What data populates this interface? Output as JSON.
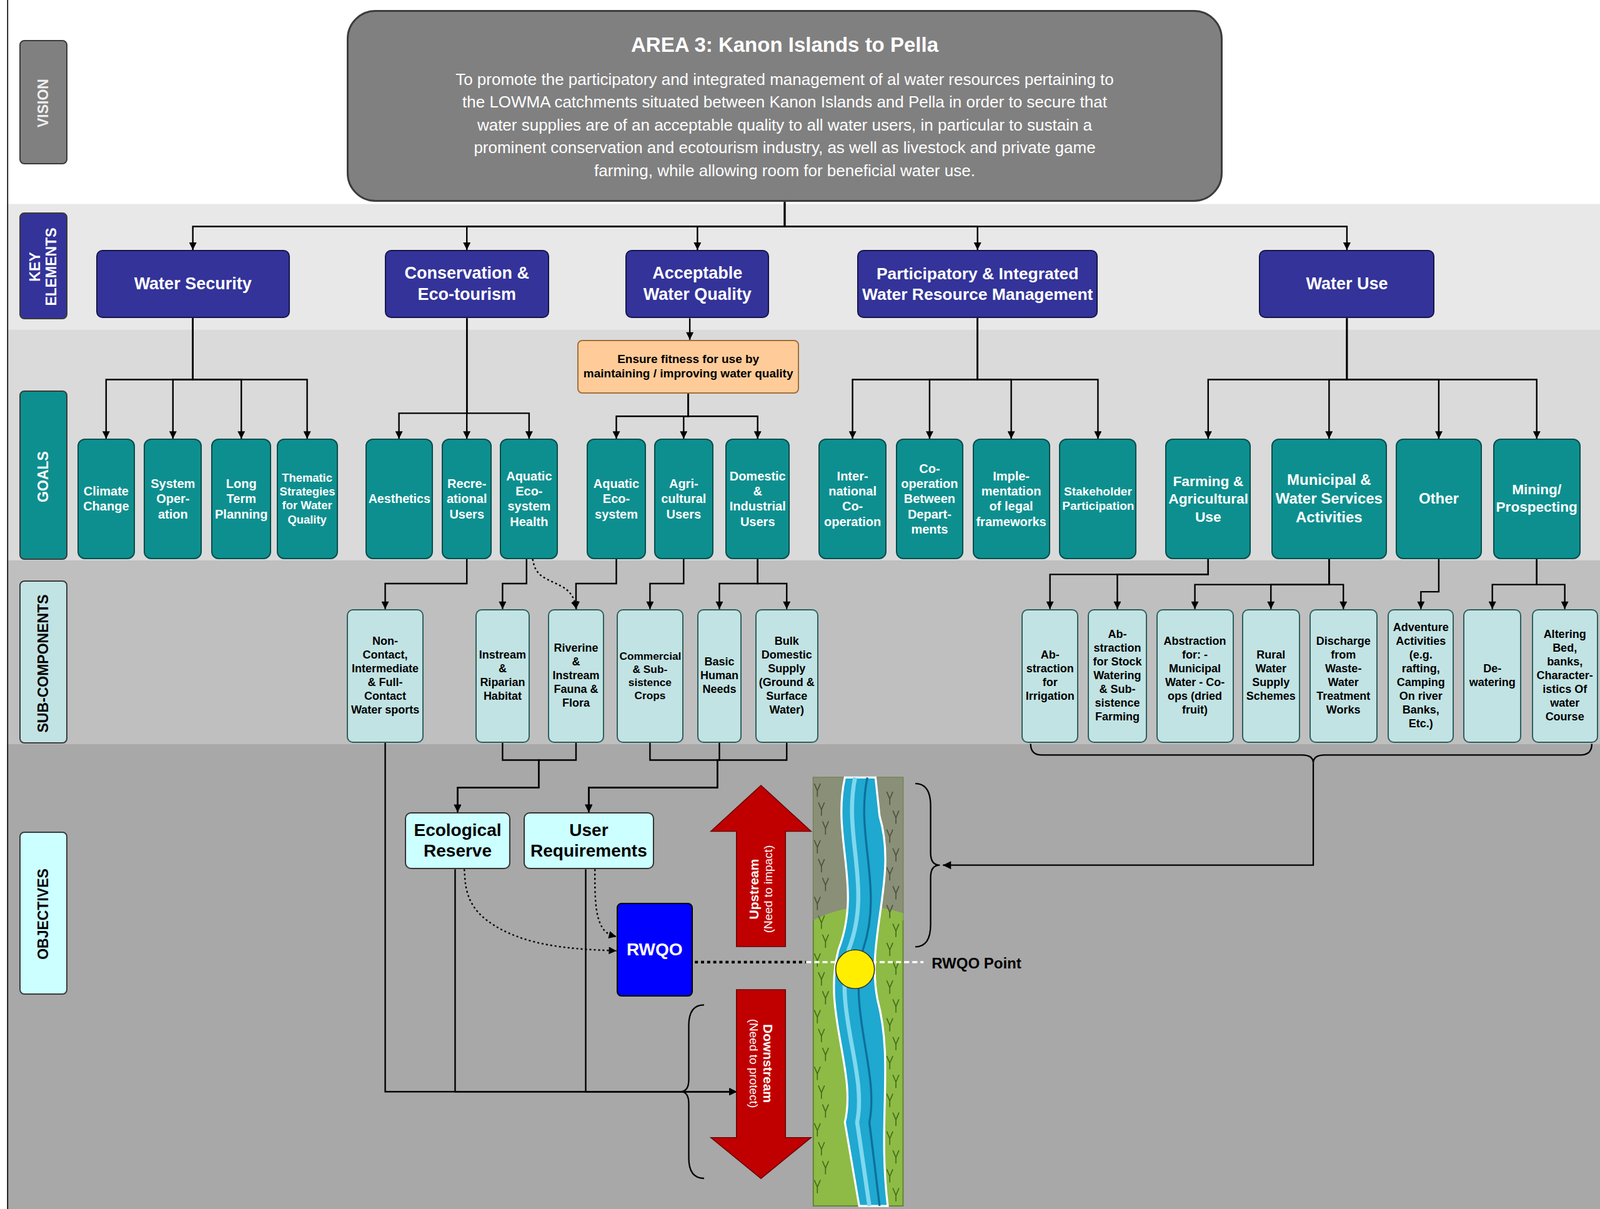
{
  "diagram": {
    "nodes": [
      {
        "text": [
          "VISION"
        ]
      },
      {
        "text": [
          "AREA 3: Kanon Islands to Pella",
          "To promote the participatory and integrated management of al water resources pertaining to the LOWMA catchments situated between Kanon Islands and Pella in order to secure that water supplies are of an acceptable quality to all water users, in particular to sustain a prominent conservation and ecotourism industry, as well as livestock and private game farming, while allowing room for beneficial water use."
        ]
      },
      {
        "text": [
          "KEY ELEMENTS"
        ]
      },
      {
        "text": [
          "Water Security"
        ]
      },
      {
        "text": [
          "Conservation & Eco-tourism"
        ]
      },
      {
        "text": [
          "Acceptable Water Quality"
        ]
      },
      {
        "text": [
          "Participatory & Integrated Water Resource Management"
        ]
      },
      {
        "text": [
          "Water Use"
        ]
      },
      {
        "text": [
          "Ensure fitness for use by maintaining / improving water quality"
        ]
      },
      {
        "text": [
          "GOALS"
        ]
      },
      {
        "text": [
          "Climate Change"
        ]
      },
      {
        "text": [
          "System Oper- ation"
        ]
      },
      {
        "text": [
          "Long Term Planning"
        ]
      },
      {
        "text": [
          "Thematic Strategies for Water Quality"
        ]
      },
      {
        "text": [
          "Aesthetics"
        ]
      },
      {
        "text": [
          "Recre- ational Users"
        ]
      },
      {
        "text": [
          "Aquatic Eco- system Health"
        ]
      },
      {
        "text": [
          "Aquatic Eco- system"
        ]
      },
      {
        "text": [
          "Agri- cultural Users"
        ]
      },
      {
        "text": [
          "Domestic & Industrial Users"
        ]
      },
      {
        "text": [
          "Inter- national Co- operation"
        ]
      },
      {
        "text": [
          "Co- operation Between Depart- ments"
        ]
      },
      {
        "text": [
          "Imple- mentation of legal frameworks"
        ]
      },
      {
        "text": [
          "Stakeholder Participation"
        ]
      },
      {
        "text": [
          "Farming & Agricultural Use"
        ]
      },
      {
        "text": [
          "Municipal & Water Services Activities"
        ]
      },
      {
        "text": [
          "Other"
        ]
      },
      {
        "text": [
          "Mining/ Prospecting"
        ]
      },
      {
        "text": [
          "SUB-COMPONENTS"
        ]
      },
      {
        "text": [
          "Non- Contact, Intermediate & Full- Contact Water sports"
        ]
      },
      {
        "text": [
          "Instream & Riparian Habitat"
        ]
      },
      {
        "text": [
          "Riverine & Instream Fauna & Flora"
        ]
      },
      {
        "text": [
          "Commercial & Sub- sistence Crops"
        ]
      },
      {
        "text": [
          "Basic Human Needs"
        ]
      },
      {
        "text": [
          "Bulk Domestic Supply (Ground & Surface Water)"
        ]
      },
      {
        "text": [
          "Ab- straction for Irrigation"
        ]
      },
      {
        "text": [
          "Ab- straction for Stock Watering & Sub- sistence Farming"
        ]
      },
      {
        "text": [
          "Abstraction for: -Municipal Water - Co-ops (dried fruit)"
        ]
      },
      {
        "text": [
          "Rural Water Supply Schemes"
        ]
      },
      {
        "text": [
          "Discharge from Waste- Water Treatment Works"
        ]
      },
      {
        "text": [
          "Adventure Activities (e.g. rafting, Camping On river Banks, Etc.)"
        ]
      },
      {
        "text": [
          "De- watering"
        ]
      },
      {
        "text": [
          "Altering Bed, banks, Character- istics Of water Course"
        ]
      },
      {
        "text": [
          "OBJECTIVES"
        ]
      },
      {
        "text": [
          "Ecological Reserve"
        ]
      },
      {
        "text": [
          "User Requirements"
        ]
      },
      {
        "text": [
          "Upstream",
          "(Need to impact)"
        ]
      },
      {
        "text": [
          "RWQO"
        ]
      },
      {
        "text": [
          "Downstream",
          "(Need to protect)"
        ]
      }
    ],
    "edges": [
      {
        "from": 1,
        "to": 3,
        "arrow": "to"
      },
      {
        "from": 1,
        "to": 4,
        "arrow": "to"
      },
      {
        "from": 1,
        "to": 5,
        "arrow": "to"
      },
      {
        "from": 1,
        "to": 6,
        "arrow": "to"
      },
      {
        "from": 1,
        "to": 7,
        "arrow": "to"
      },
      {
        "from": 3,
        "to": 10,
        "arrow": "to"
      },
      {
        "from": 3,
        "to": 11,
        "arrow": "to"
      },
      {
        "from": 3,
        "to": 12,
        "arrow": "to"
      },
      {
        "from": 3,
        "to": 13,
        "arrow": "to"
      },
      {
        "from": 4,
        "to": 14,
        "arrow": "to"
      },
      {
        "from": 4,
        "to": 15,
        "arrow": "to"
      },
      {
        "from": 4,
        "to": 16,
        "arrow": "to"
      },
      {
        "from": 5,
        "to": 8,
        "arrow": "to"
      },
      {
        "from": 8,
        "to": 17,
        "arrow": "to"
      },
      {
        "from": 8,
        "to": 18,
        "arrow": "to"
      },
      {
        "from": 8,
        "to": 19,
        "arrow": "to"
      },
      {
        "from": 6,
        "to": 20,
        "arrow": "to"
      },
      {
        "from": 6,
        "to": 21,
        "arrow": "to"
      },
      {
        "from": 6,
        "to": 22,
        "arrow": "to"
      },
      {
        "from": 6,
        "to": 23,
        "arrow": "to"
      },
      {
        "from": 7,
        "to": 24,
        "arrow": "to"
      },
      {
        "from": 7,
        "to": 25,
        "arrow": "to"
      },
      {
        "from": 7,
        "to": 26,
        "arrow": "to"
      },
      {
        "from": 7,
        "to": 27,
        "arrow": "to"
      },
      {
        "from": 15,
        "to": 29,
        "arrow": "to"
      },
      {
        "from": 16,
        "to": 30,
        "arrow": "to"
      },
      {
        "from": 16,
        "to": 31,
        "arrow": "to"
      },
      {
        "from": 17,
        "to": 31,
        "arrow": "to"
      },
      {
        "from": 18,
        "to": 32,
        "arrow": "to"
      },
      {
        "from": 19,
        "to": 33,
        "arrow": "to"
      },
      {
        "from": 19,
        "to": 34,
        "arrow": "to"
      },
      {
        "from": 24,
        "to": 35,
        "arrow": "to"
      },
      {
        "from": 24,
        "to": 36,
        "arrow": "to"
      },
      {
        "from": 25,
        "to": 37,
        "arrow": "to"
      },
      {
        "from": 25,
        "to": 38,
        "arrow": "to"
      },
      {
        "from": 25,
        "to": 39,
        "arrow": "to"
      },
      {
        "from": 26,
        "to": 40,
        "arrow": "to"
      },
      {
        "from": 27,
        "to": 41,
        "arrow": "to"
      },
      {
        "from": 27,
        "to": 42,
        "arrow": "to"
      },
      {
        "from": 30,
        "to": 44,
        "arrow": "to"
      },
      {
        "from": 31,
        "to": 44,
        "arrow": "to"
      },
      {
        "from": 32,
        "to": 45,
        "arrow": "to"
      },
      {
        "from": 33,
        "to": 45,
        "arrow": "to"
      },
      {
        "from": 34,
        "to": 45,
        "arrow": "to"
      },
      {
        "from": 44,
        "to": 47,
        "arrow": "to"
      },
      {
        "from": 45,
        "to": 47,
        "arrow": "to"
      },
      {
        "from": 29,
        "to": 48,
        "arrow": "to"
      },
      {
        "from": 44,
        "to": 48,
        "arrow": "to"
      },
      {
        "from": 45,
        "to": 48,
        "arrow": "to"
      }
    ],
    "labels": [
      "RWQO Point"
    ]
  }
}
